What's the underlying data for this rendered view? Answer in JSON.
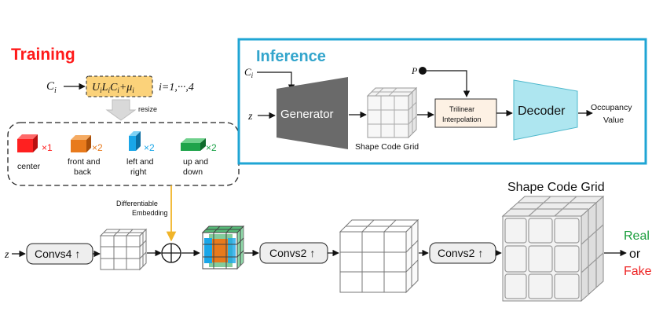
{
  "colors": {
    "training_title": "#ff1a1a",
    "inference_title": "#33a5cc",
    "inference_border": "#1fa5d4",
    "red_cube": "#ff2020",
    "orange_cube": "#e87a1c",
    "blue_cube": "#1aa6e8",
    "green_cube": "#1ea34a",
    "decoder_fill": "#aee6f0",
    "generator_fill": "#6a6a6a",
    "embedding_arrow": "#f0b429",
    "conv_box_fill": "#eeeeee",
    "formula_fill": "#fbd27a",
    "trilinear_fill": "#fdf1e4",
    "real": "#1a9e3c",
    "fake": "#ee2222"
  },
  "training": {
    "title": "Training",
    "ci": "C",
    "ci_sub": "i",
    "formula": {
      "u": "U",
      "u_sub": "i",
      "l": "L",
      "l_sub": "i",
      "c": "C",
      "c_sub": "i",
      "plus": "+μ",
      "mu_sub": "i"
    },
    "index": "i=1,···,4",
    "resize": "resize",
    "items": [
      {
        "label1": "center",
        "label2": "",
        "mult": "×1"
      },
      {
        "label1": "front and",
        "label2": "back",
        "mult": "×2"
      },
      {
        "label1": "left and",
        "label2": "right",
        "mult": "×2"
      },
      {
        "label1": "up and",
        "label2": "down",
        "mult": "×2"
      }
    ],
    "embedding_line1": "Differentiable",
    "embedding_line2": "Embedding",
    "z": "z",
    "conv1": "Convs4",
    "conv2": "Convs2",
    "conv3": "Convs2",
    "up_arrow": "↑",
    "shape_code_grid": "Shape Code Grid",
    "real": "Real",
    "or": "or",
    "fake": "Fake"
  },
  "inference": {
    "title": "Inference",
    "ci": "C",
    "ci_sub": "i",
    "z": "z",
    "p": "P",
    "generator": "Generator",
    "shape_code_grid": "Shape Code Grid",
    "trilinear_line1": "Trilinear",
    "trilinear_line2": "Interpolation",
    "decoder": "Decoder",
    "occupancy_line1": "Occupancy",
    "occupancy_line2": "Value"
  }
}
